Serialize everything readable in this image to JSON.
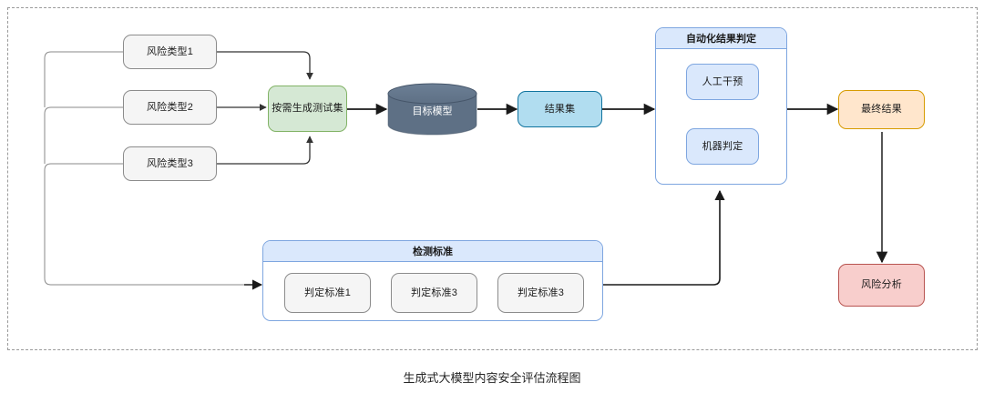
{
  "diagram": {
    "caption": "生成式大模型内容安全评估流程图",
    "frame": {
      "style": "dashed"
    },
    "colors": {
      "grey_fill": "#f5f5f5",
      "grey_stroke": "#8c8c8c",
      "green_fill": "#d5e8d4",
      "green_stroke": "#82b366",
      "cyan_fill": "#b1ddf0",
      "cyan_stroke": "#10739e",
      "blue_fill": "#dae8fc",
      "blue_stroke": "#7ea6e0",
      "orange_fill": "#ffe6cc",
      "orange_stroke": "#d79b00",
      "red_fill": "#f8cecc",
      "red_stroke": "#b85450",
      "cylinder_fill": "#5e7085",
      "cylinder_stroke": "#3b4a5a",
      "edge_stroke": "#333333",
      "bus_stroke": "#6e6e6e"
    },
    "risk_types": [
      {
        "label": "风险类型1"
      },
      {
        "label": "风险类型2"
      },
      {
        "label": "风险类型3"
      }
    ],
    "generator": {
      "label": "按需生成测试集"
    },
    "target_model": {
      "label": "目标模型"
    },
    "result_set": {
      "label": "结果集"
    },
    "auto_judgment": {
      "title": "自动化结果判定",
      "items": [
        {
          "label": "人工干预"
        },
        {
          "label": "机器判定"
        }
      ]
    },
    "final_result": {
      "label": "最终结果"
    },
    "risk_analysis": {
      "label": "风险分析"
    },
    "detection_standards": {
      "title": "检测标准",
      "items": [
        {
          "label": "判定标准1"
        },
        {
          "label": "判定标准3"
        },
        {
          "label": "判定标准3"
        }
      ]
    }
  }
}
